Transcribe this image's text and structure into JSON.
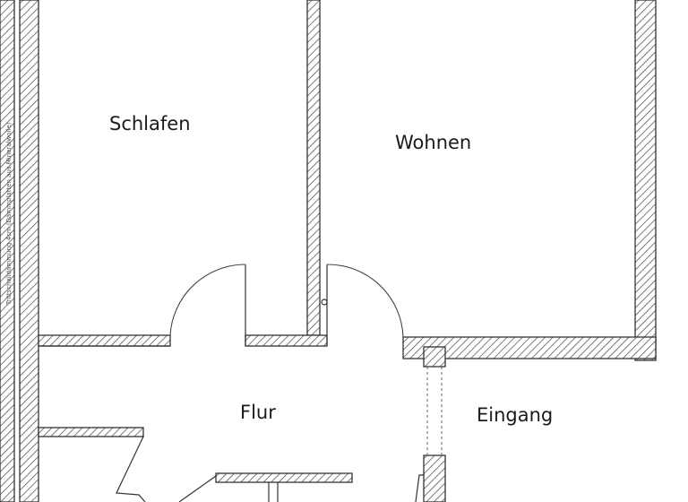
{
  "rooms": {
    "schlafen": "Schlafen",
    "wohnen": "Wohnen",
    "flur": "Flur",
    "eingang": "Eingang"
  },
  "annotation": {
    "vertical_note": "Trittschalldämmung 4cm (Dämmplatten aus Mineralwolle)"
  }
}
